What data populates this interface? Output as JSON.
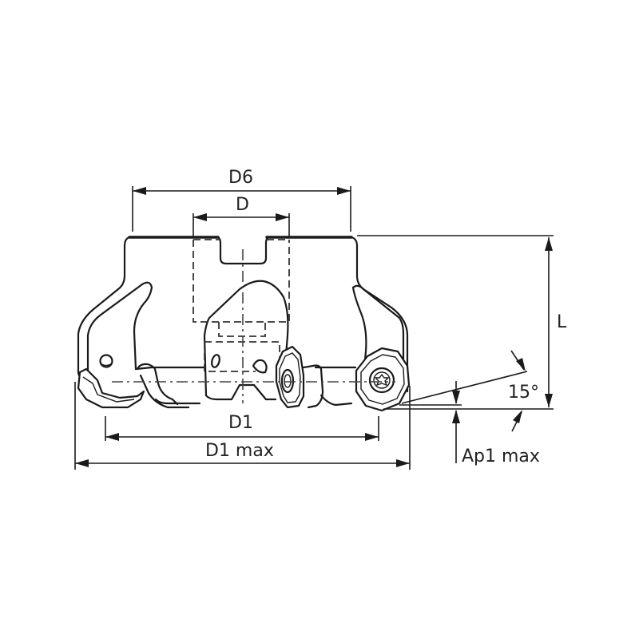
{
  "drawing": {
    "subject": "Face milling cutter with indexable octagonal inserts",
    "colors": {
      "line": "#1a1a1a",
      "hidden_line": "#333333",
      "background": "#ffffff"
    }
  },
  "dimensions": {
    "d6": {
      "label": "D6"
    },
    "d": {
      "label": "D"
    },
    "l": {
      "label": "L"
    },
    "d1": {
      "label": "D1"
    },
    "d1_max": {
      "label": "D1 max"
    },
    "angle": {
      "label": "15°",
      "value_deg": 15
    },
    "ap1_max": {
      "label": "Ap1 max"
    }
  }
}
